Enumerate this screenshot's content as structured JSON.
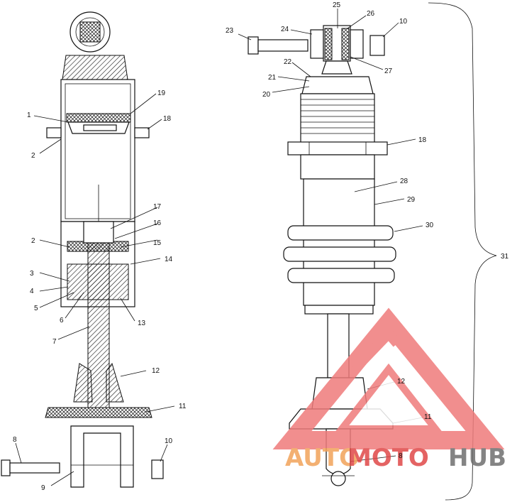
{
  "watermark": {
    "part1": "AUTO",
    "part2": "MOTO",
    "part3": "HUB",
    "color_orange": "#f2a35a",
    "color_red": "#e04848",
    "color_grey": "#6f6f6f"
  },
  "callouts": {
    "c1": "1",
    "c2": "2",
    "c2b": "2",
    "c3": "3",
    "c4": "4",
    "c5": "5",
    "c6": "6",
    "c7": "7",
    "c8": "8",
    "c9": "9",
    "c10": "10",
    "c11": "11",
    "c12": "12",
    "c13": "13",
    "c14": "14",
    "c15": "15",
    "c16": "16",
    "c17": "17",
    "c18": "18",
    "c19": "19",
    "r23": "23",
    "r24": "24",
    "r25": "25",
    "r26": "26",
    "r10": "10",
    "r27": "27",
    "r22": "22",
    "r21": "21",
    "r20": "20",
    "r18": "18",
    "r28": "28",
    "r29": "29",
    "r30": "30",
    "r31": "31",
    "r12": "12",
    "r11": "11",
    "r8": "8"
  }
}
